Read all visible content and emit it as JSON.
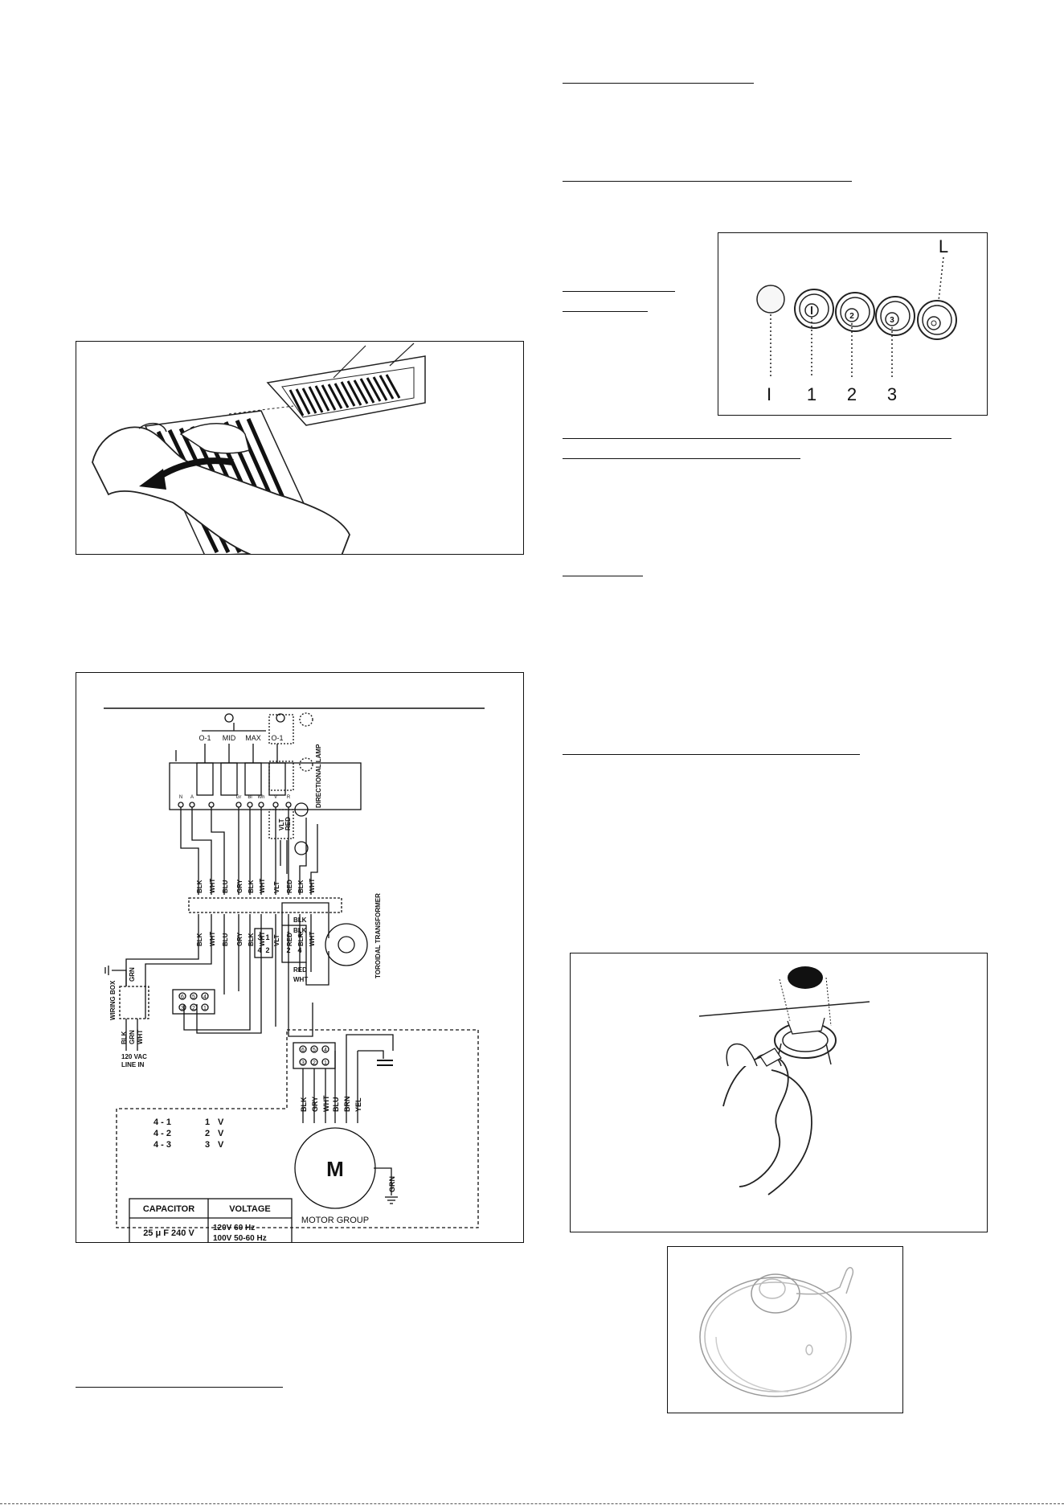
{
  "controls_panel": {
    "top_label": "L",
    "bottom_labels": [
      "I",
      "1",
      "2",
      "3"
    ],
    "knob_numbers": [
      "2",
      "3"
    ]
  },
  "wiring_diagram": {
    "switch_labels": [
      "O-1",
      "MID",
      "MAX",
      "O-1"
    ],
    "terminal_letters": [
      "N",
      "A",
      "Gr",
      "Bl",
      "Wh",
      "V",
      "R"
    ],
    "upper_wires": [
      "BLK",
      "WHT",
      "BLU",
      "GRY",
      "BLK",
      "WHT",
      "VLT",
      "RED",
      "BLK",
      "WHT"
    ],
    "lower_wires": [
      "BLK",
      "WHT",
      "BLU",
      "GRY",
      "BLK",
      "WHT",
      "VLT",
      "RED",
      "BLK",
      "WHT"
    ],
    "lamp_wires": [
      "VLT",
      "RED"
    ],
    "directional_lamp": "DIRECTIONAL LAMP",
    "transformer_label": "TOROIDAL TRANSFORMER",
    "transformer_wires": [
      "BLK",
      "BLK",
      "RED",
      "WHT"
    ],
    "connector_numbers": [
      "3",
      "1",
      "4",
      "2"
    ],
    "wiring_box": {
      "label": "WIRING BOX",
      "wires": [
        "BLK",
        "GRN",
        "WHT"
      ],
      "top_wire": "GRN",
      "line_in": [
        "120 VAC",
        "LINE IN"
      ]
    },
    "middle_connector": [
      "6",
      "5",
      "4",
      "3",
      "2",
      "1"
    ],
    "motor": {
      "symbol": "M",
      "group_label": "MOTOR GROUP",
      "wires": [
        "BLK",
        "GRY",
        "WHT",
        "BLU",
        "BRN",
        "YEL"
      ],
      "ground": "GRN",
      "connector": [
        "6",
        "5",
        "4",
        "3",
        "2",
        "1"
      ]
    },
    "voltage_lines": [
      {
        "pair": "4 - 1",
        "value": "1",
        "unit": "V"
      },
      {
        "pair": "4 - 2",
        "value": "2",
        "unit": "V"
      },
      {
        "pair": "4 - 3",
        "value": "3",
        "unit": "V"
      }
    ],
    "table": {
      "headers": [
        "CAPACITOR",
        "VOLTAGE"
      ],
      "capacitor": "25 μ F 240 V",
      "voltage": [
        "120V 60 Hz",
        "100V 50-60 Hz"
      ]
    }
  }
}
